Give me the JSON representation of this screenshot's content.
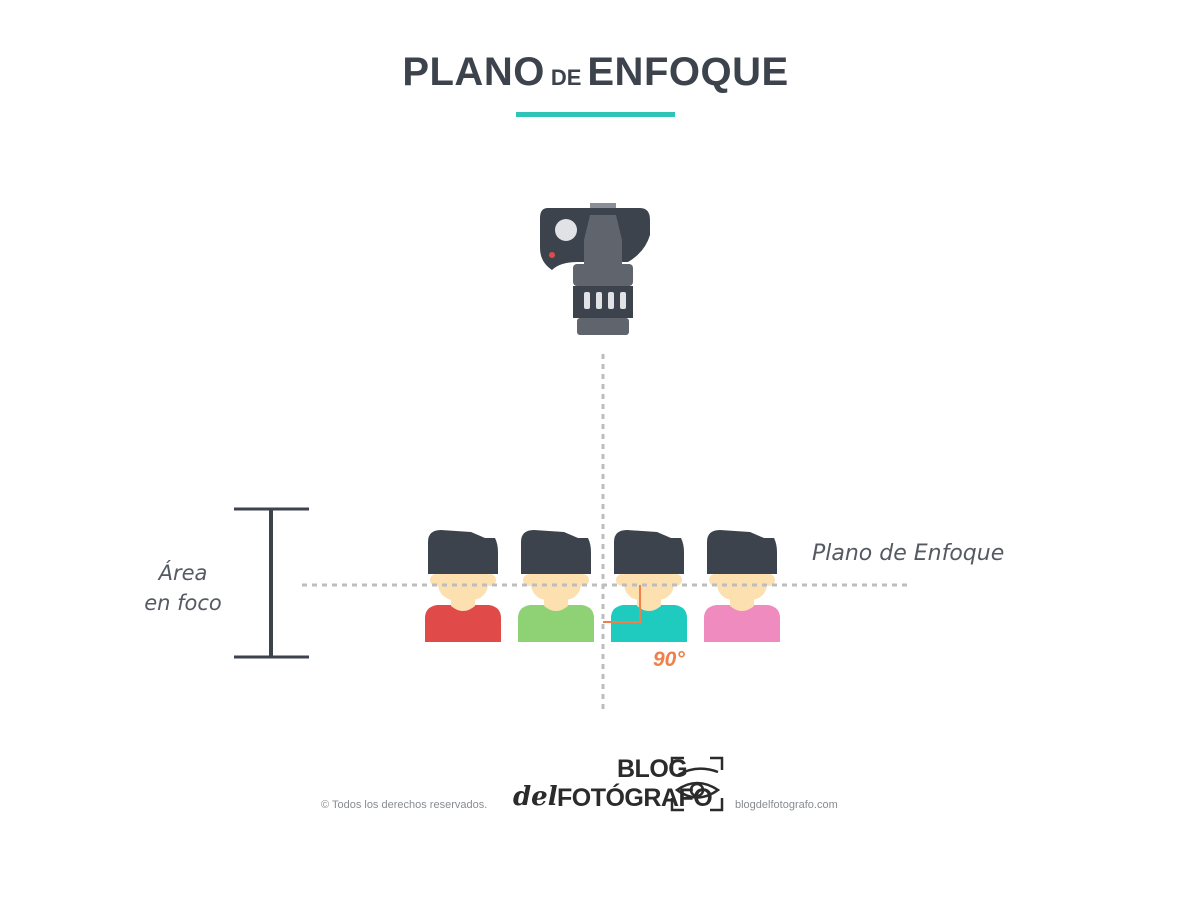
{
  "title": {
    "main": "PLANO",
    "connector": "DE",
    "second": "ENFOQUE"
  },
  "labels": {
    "focus_plane": "Plano de Enfoque",
    "area_line1": "Área",
    "area_line2": "en foco",
    "angle": "90°"
  },
  "people": [
    {
      "shirt_color": "#e04b4a"
    },
    {
      "shirt_color": "#8fd175"
    },
    {
      "shirt_color": "#1fcbbf"
    },
    {
      "shirt_color": "#f08bbf"
    }
  ],
  "colors": {
    "dark": "#3d434c",
    "accent": "#2ec4b6",
    "angle": "#f07f4b",
    "skin": "#fde0b0",
    "dotted": "#bdbdbd"
  },
  "footer": {
    "copyright": "© Todos los derechos reservados.",
    "website": "blogdelfotografo.com",
    "logo_blog": "BLOG",
    "logo_del": "del",
    "logo_fotografo": "FOTÓGRAFO"
  }
}
